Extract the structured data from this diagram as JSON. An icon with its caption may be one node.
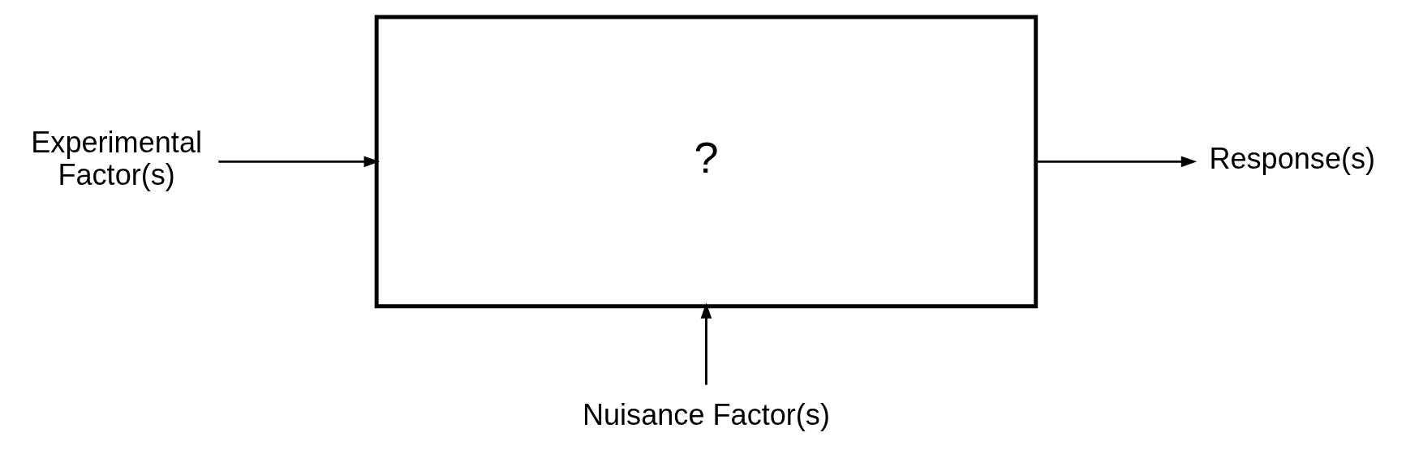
{
  "diagram": {
    "nodes": [
      {
        "text": [
          "Experimental Factor(s)"
        ]
      },
      {
        "text": [
          "?"
        ]
      },
      {
        "text": [
          "Response(s)"
        ]
      },
      {
        "text": [
          "Nuisance Factor(s)"
        ]
      }
    ],
    "edges": [
      {
        "from": 0,
        "to": 1,
        "arrow": "to"
      },
      {
        "from": 1,
        "to": 2,
        "arrow": "to"
      },
      {
        "from": 3,
        "to": 1,
        "arrow": "to"
      }
    ]
  }
}
